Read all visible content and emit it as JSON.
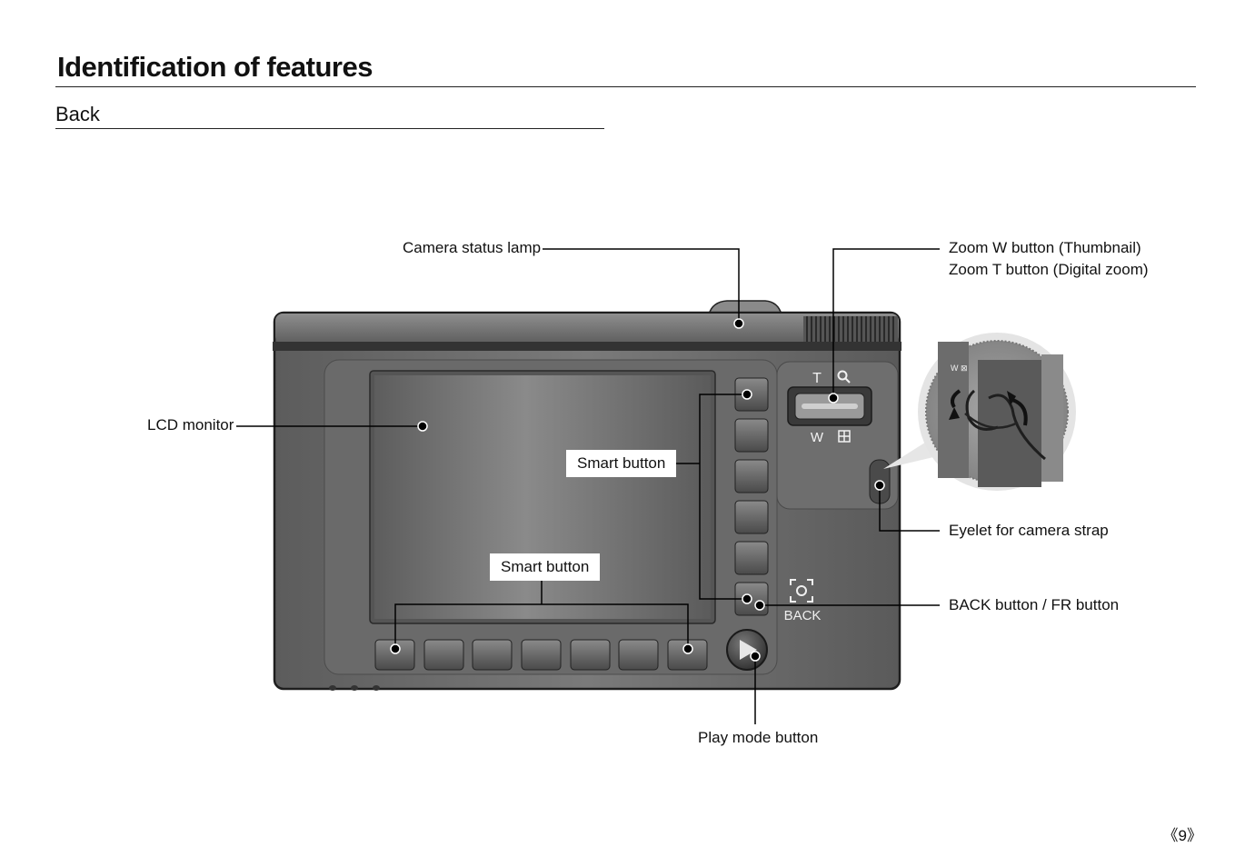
{
  "page": {
    "title": "Identification of features",
    "subtitle": "Back",
    "page_number": "《9》"
  },
  "labels": {
    "status_lamp": "Camera status lamp",
    "zoom_w": "Zoom W button (Thumbnail)",
    "zoom_t": "Zoom T button (Digital zoom)",
    "lcd": "LCD monitor",
    "smart_button_right": "Smart button",
    "smart_button_bottom": "Smart button",
    "eyelet": "Eyelet for camera strap",
    "back_fr": "BACK button / FR button",
    "play_mode": "Play mode button"
  },
  "camera": {
    "zoom_t_mark": "T",
    "zoom_w_mark": "W",
    "back_text": "BACK",
    "inset_mark": "W ⊠"
  },
  "colors": {
    "body": "#6b6b6b",
    "body_dark": "#3a3a3a",
    "screen": "#7a7a7a",
    "leader": "#000000"
  }
}
